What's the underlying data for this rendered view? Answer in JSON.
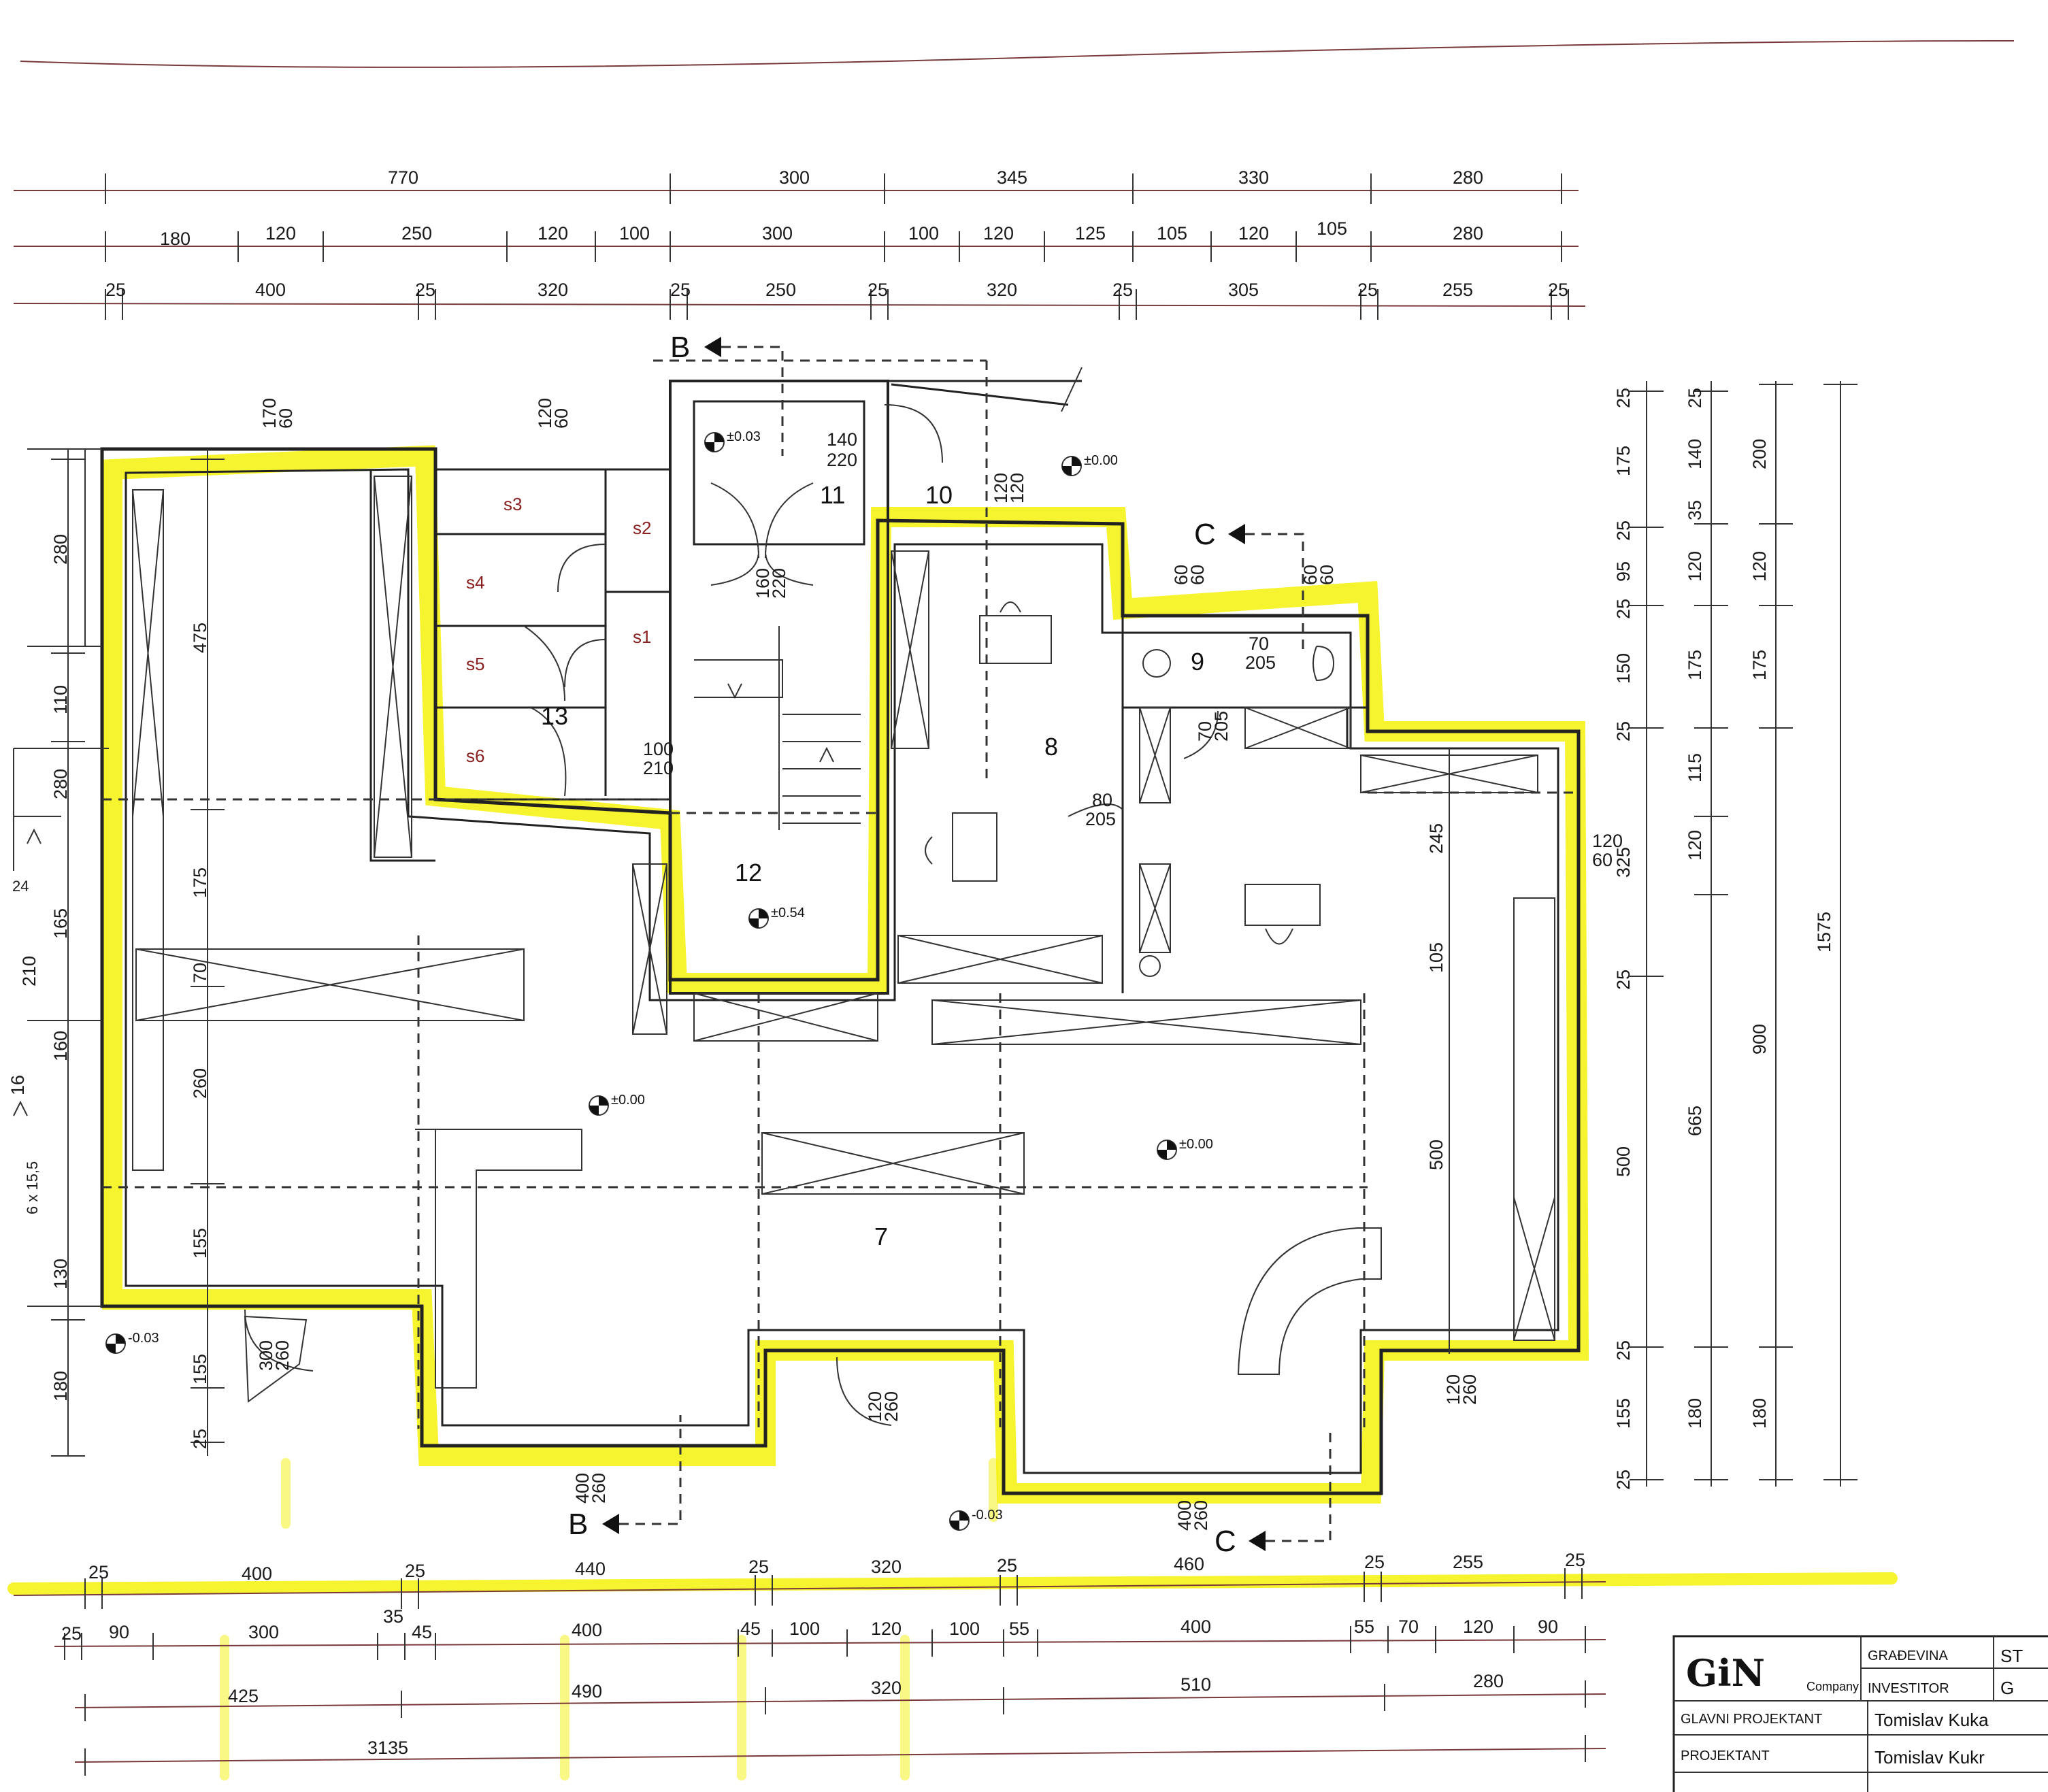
{
  "dimensions": {
    "top_row1": [
      "770",
      "300",
      "345",
      "330",
      "280"
    ],
    "top_row2": [
      "180",
      "120",
      "250",
      "120",
      "100",
      "300",
      "100",
      "120",
      "125",
      "105",
      "120",
      "105",
      "280"
    ],
    "top_row3": [
      "25",
      "400",
      "25",
      "320",
      "25",
      "250",
      "25",
      "320",
      "25",
      "305",
      "25",
      "255",
      "25"
    ],
    "bottom_row1": [
      "25",
      "400",
      "25",
      "440",
      "25",
      "320",
      "25",
      "460",
      "25",
      "255",
      "25"
    ],
    "bottom_row2": [
      "25",
      "90",
      "300",
      "35",
      "45",
      "400",
      "45",
      "100",
      "120",
      "100",
      "55",
      "400",
      "55",
      "70",
      "120",
      "90"
    ],
    "bottom_row3": [
      "425",
      "490",
      "320",
      "510",
      "280"
    ],
    "bottom_total": "3135",
    "right_col1": [
      "25",
      "175",
      "25",
      "95",
      "25",
      "150",
      "25",
      "325",
      "25",
      "500",
      "25",
      "155",
      "25"
    ],
    "right_col2": [
      "25",
      "140",
      "35",
      "120",
      "175",
      "115",
      "120",
      "665",
      "180"
    ],
    "right_col3": [
      "200",
      "120",
      "175",
      "900",
      "180"
    ],
    "right_total": "1575",
    "left_col": [
      "280",
      "475",
      "110",
      "175",
      "70",
      "260",
      "155",
      "130",
      "155",
      "25"
    ],
    "far_left": [
      "180",
      "165",
      "210",
      "160",
      "16",
      "6 x 15,5",
      "24"
    ],
    "inner": [
      "500",
      "245",
      "105",
      "500"
    ]
  },
  "openings": {
    "w_top1": [
      "170",
      "60"
    ],
    "w_top2": [
      "120",
      "60"
    ],
    "d_11": [
      "140",
      "220"
    ],
    "d_10": [
      "120",
      "120"
    ],
    "d_int": [
      "160",
      "220"
    ],
    "w_9a": [
      "60",
      "60"
    ],
    "w_9b": [
      "60",
      "60"
    ],
    "d_9": [
      "70",
      "205"
    ],
    "d_9b": [
      "70",
      "205"
    ],
    "d_13": [
      "100",
      "210"
    ],
    "d_8": [
      "80",
      "205"
    ],
    "w_right": [
      "120",
      "60"
    ],
    "d_ent": [
      "120",
      "260"
    ],
    "w_b1": [
      "400",
      "260"
    ],
    "w_b2": [
      "400",
      "260"
    ],
    "w_b3": [
      "120",
      "260"
    ],
    "d_bl": [
      "300",
      "260"
    ]
  },
  "rooms": {
    "r7": "7",
    "r8": "8",
    "r9": "9",
    "r10": "10",
    "r11": "11",
    "r12": "12",
    "r13": "13",
    "s1": "s1",
    "s2": "s2",
    "s3": "s3",
    "s4": "s4",
    "s5": "s5",
    "s6": "s6"
  },
  "levels": {
    "l1": "±0.03",
    "l2": "±0.00",
    "l3": "±0.54",
    "l4": "±0.00",
    "l5": "±0.00",
    "l6": "-0.03",
    "l7": "-0.03"
  },
  "sections": {
    "b_top": "B",
    "b_bottom": "B",
    "c_top": "C",
    "c_bottom": "C"
  },
  "title_block": {
    "logo": "GiN",
    "logo_sub": "Company",
    "gradevina_label": "GRAĐEVINA",
    "gradevina_value": "ST",
    "investitor_label": "INVESTITOR",
    "investitor_value": "G",
    "glavni_label": "GLAVNI PROJEKTANT",
    "glavni_value": "Tomislav Kuka",
    "projektant_label": "PROJEKTANT",
    "projektant_value": "Tomislav Kukr"
  },
  "colors": {
    "highlight": "#f4f10a",
    "ink": "#222222"
  }
}
